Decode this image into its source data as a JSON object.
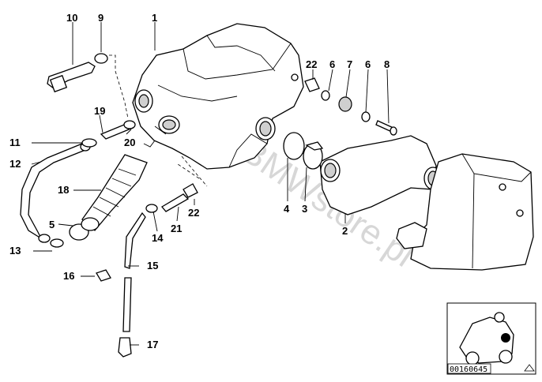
{
  "diagram": {
    "callouts": [
      "10",
      "9",
      "1",
      "22",
      "6",
      "7",
      "6",
      "8",
      "19",
      "11",
      "20",
      "12",
      "18",
      "22",
      "4",
      "3",
      "2",
      "5",
      "21",
      "14",
      "13",
      "15",
      "16",
      "17"
    ],
    "watermark": "www.BMWstore.pl",
    "image_id": "00160645"
  }
}
